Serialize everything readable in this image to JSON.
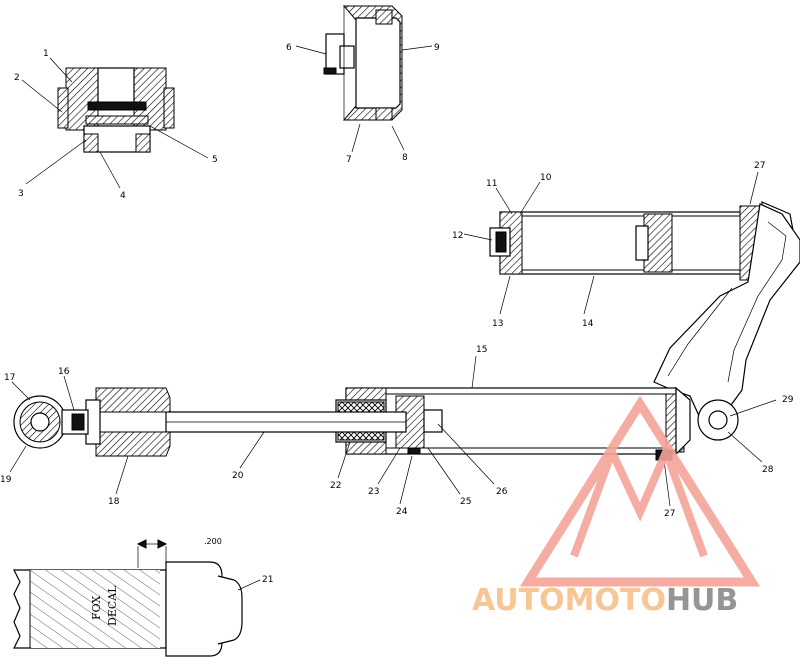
{
  "diagram": {
    "callouts": [
      "1",
      "2",
      "3",
      "4",
      "5",
      "6",
      "7",
      "8",
      "9",
      "10",
      "11",
      "12",
      "13",
      "14",
      "15",
      "16",
      "17",
      "18",
      "19",
      "20",
      "21",
      "22",
      "23",
      "24",
      "25",
      "26",
      "27",
      "27",
      "28",
      "29"
    ],
    "dimension_label": ".200",
    "decal_line1": "FOX",
    "decal_line2": "DECAL"
  },
  "watermark": {
    "part1": "AUTOMOTO",
    "part2": "HUB",
    "color_primary": "#f4a49a",
    "color_secondary": "#f7c08a",
    "color_dark": "#8a8a8a"
  }
}
